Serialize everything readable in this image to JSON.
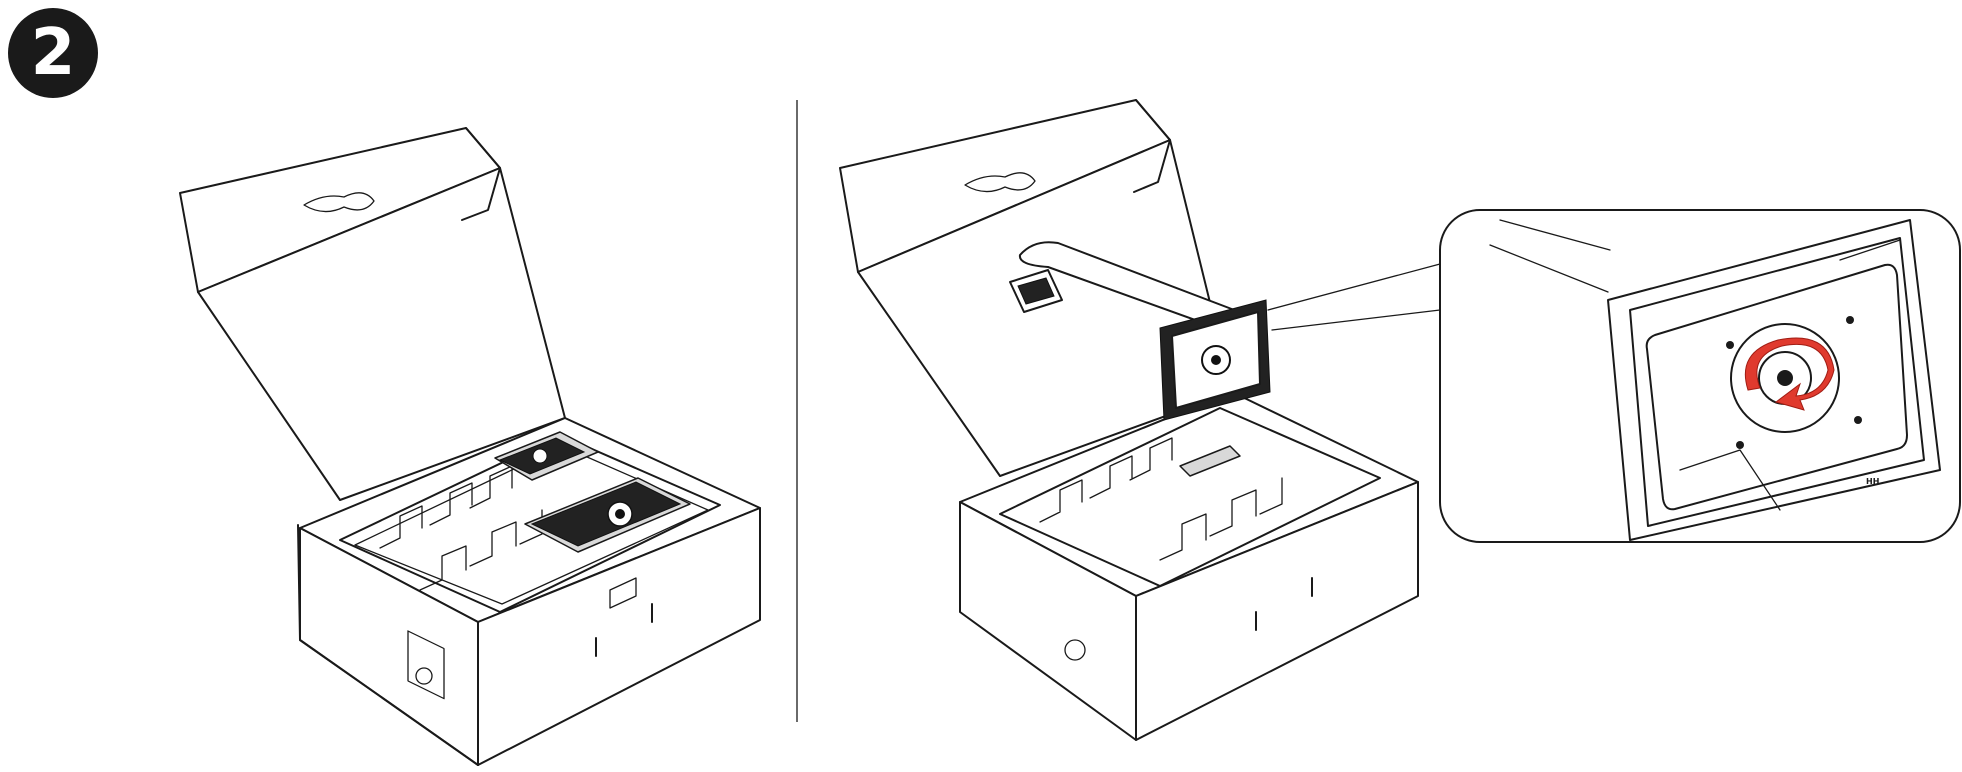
{
  "step": {
    "number": "2"
  },
  "panels": {
    "left": {
      "carton_tray_label": ""
    },
    "right": {
      "carton_tray_label": "",
      "detail_marking": "HH"
    }
  },
  "colors": {
    "line": "#1a1a1a",
    "arrow": "#e03a2e",
    "background": "#ffffff",
    "divider": "#6a6a6a"
  },
  "icons": [
    "step-number-badge",
    "rotate-arrow-icon"
  ]
}
